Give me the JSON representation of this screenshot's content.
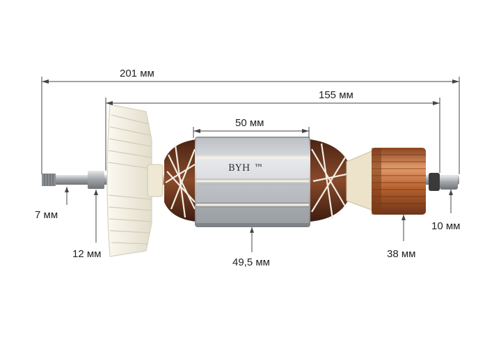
{
  "image": {
    "subject": "motor-armature",
    "brand_mark": "BYH ™",
    "colors": {
      "background": "#ffffff",
      "fan": "#f4f1e6",
      "laminations": "#b9bcbf",
      "copper": "#b8622f",
      "winding": "#6b3a22",
      "shaft": "#9a9ea2",
      "dimension_line": "#444444"
    }
  },
  "dimensions": {
    "overall_length": "201 мм",
    "armature_length": "155 мм",
    "stack_length": "50 мм",
    "shaft_left_diameter": "7 мм",
    "shaft_collar_diameter": "12 мм",
    "stack_diameter": "49,5 мм",
    "commutator_diameter": "38 мм",
    "shaft_right_diameter": "10 мм"
  }
}
